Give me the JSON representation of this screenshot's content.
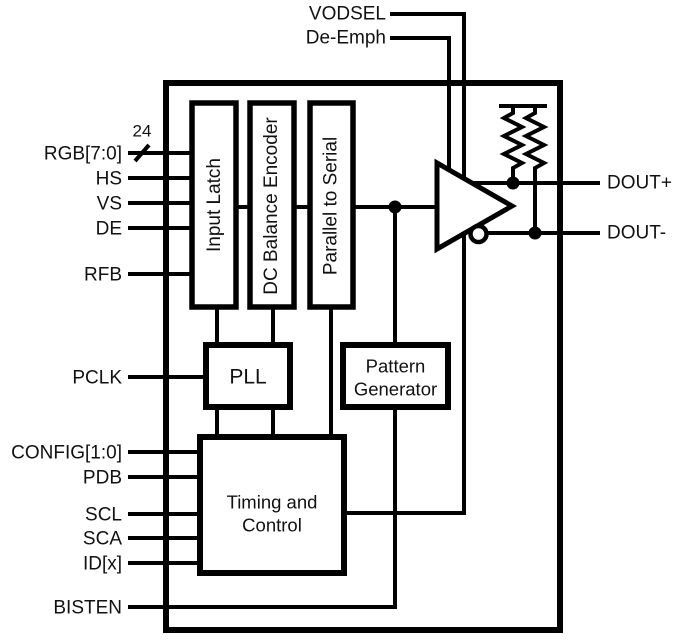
{
  "pins": {
    "top": [
      "VODSEL",
      "De-Emph"
    ],
    "left": [
      "RGB[7:0]",
      "HS",
      "VS",
      "DE",
      "RFB",
      "PCLK",
      "CONFIG[1:0]",
      "PDB",
      "SCL",
      "SCA",
      "ID[x]",
      "BISTEN"
    ],
    "right": [
      "DOUT+",
      "DOUT-"
    ],
    "bus_width": "24"
  },
  "blocks": {
    "input_latch": "Input Latch",
    "dc_balance_encoder": "DC Balance Encoder",
    "parallel_to_serial": "Parallel to Serial",
    "pll": "PLL",
    "pattern_generator": {
      "line1": "Pattern",
      "line2": "Generator"
    },
    "timing_control": {
      "line1": "Timing and",
      "line2": "Control"
    }
  },
  "colors": {
    "line": "#000000",
    "text": "#111111",
    "background": "#ffffff"
  }
}
